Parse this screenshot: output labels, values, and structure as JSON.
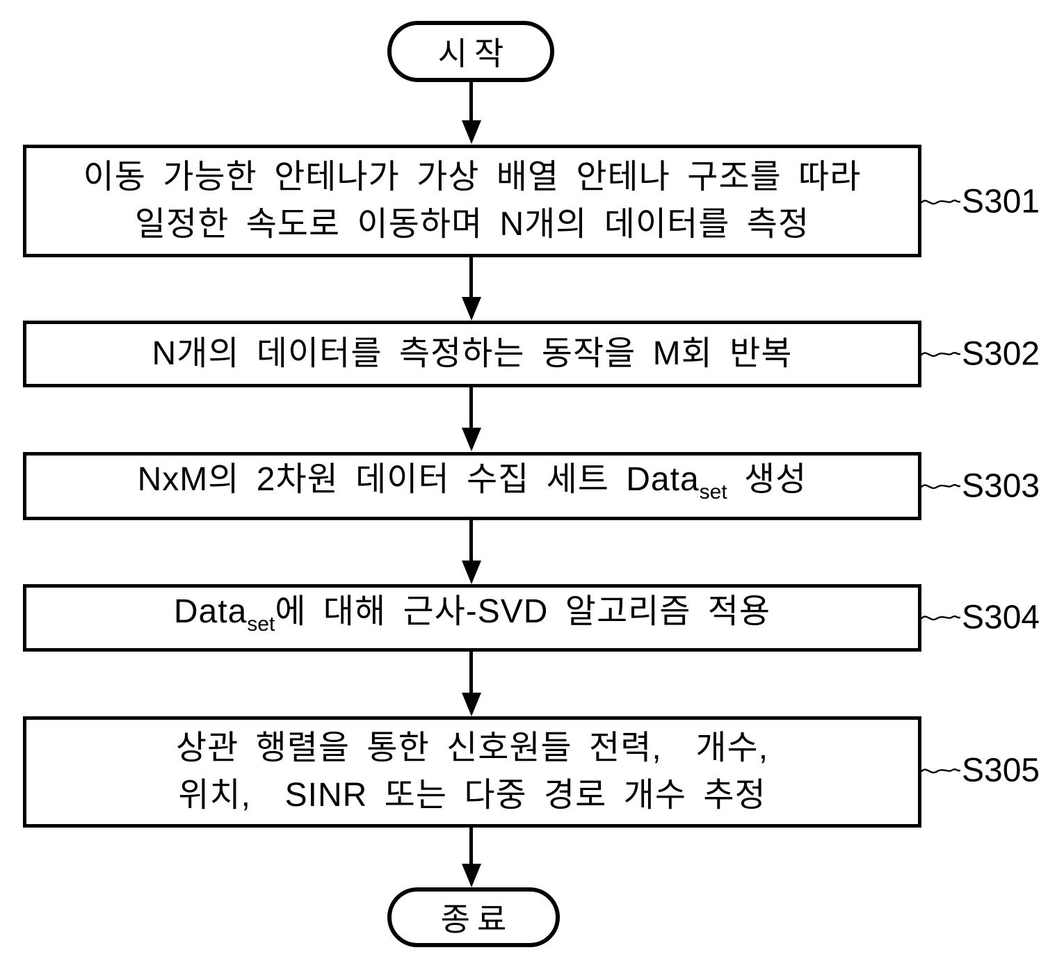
{
  "figure": {
    "kind": "flowchart",
    "background_color": "#ffffff",
    "line_color": "#000000"
  },
  "flowchart": {
    "start_label": "시작",
    "end_label": "종료",
    "steps": [
      {
        "id": "S301",
        "line1": "이동 가능한 안테나가 가상 배열 안테나 구조를 따라",
        "line2": "일정한 속도로 이동하며 N개의 데이터를 측정"
      },
      {
        "id": "S302",
        "line1": "N개의 데이터를 측정하는 동작을 M회 반복"
      },
      {
        "id": "S303",
        "line1_pre": "NxM의 2차원 데이터 수집 세트 Data",
        "line1_sub": "set",
        "line1_post": " 생성"
      },
      {
        "id": "S304",
        "line1_pre": "Data",
        "line1_sub": "set",
        "line1_post": "에 대해 근사-SVD 알고리즘 적용"
      },
      {
        "id": "S305",
        "line1": "상관 행렬을 통한 신호원들 전력,  개수,",
        "line2": "위치,  SINR 또는 다중 경로 개수 추정"
      }
    ]
  }
}
